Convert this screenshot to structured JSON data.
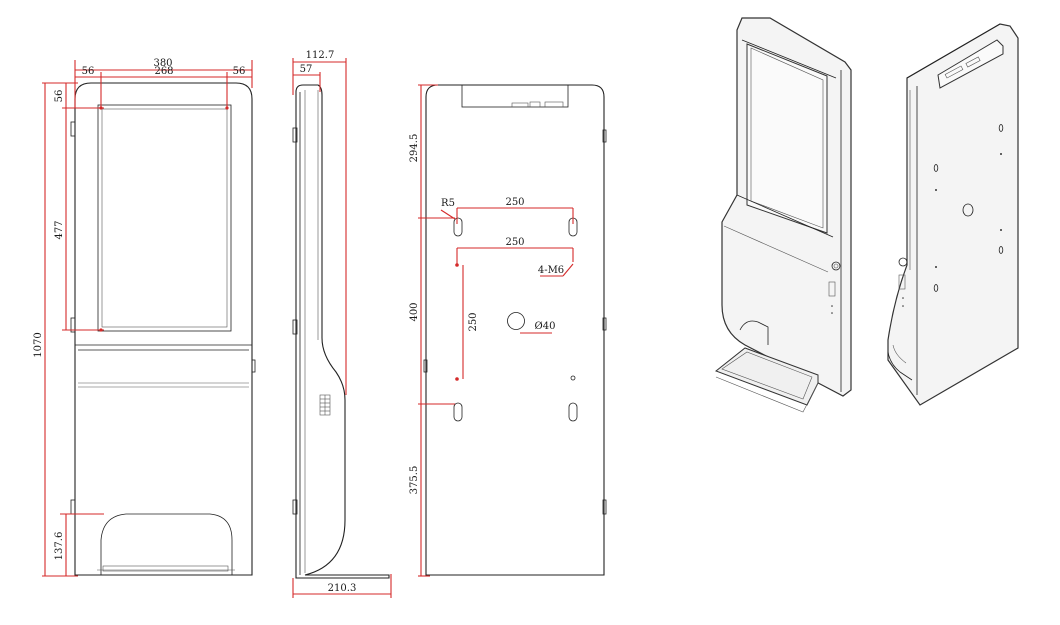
{
  "front_view": {
    "dims": {
      "overall_width": "380",
      "left_margin": "56",
      "screen_width": "268",
      "right_margin": "56",
      "top_margin": "56",
      "screen_height": "477",
      "overall_height": "1070",
      "base_height": "137.6"
    }
  },
  "side_view": {
    "dims": {
      "depth_top": "112.7",
      "bezel_depth": "57",
      "base_depth": "210.3"
    }
  },
  "back_view": {
    "dims": {
      "top_offset": "294.5",
      "middle_span": "400",
      "bottom_offset": "375.5",
      "hook_radius": "R5",
      "hook_spacing": "250",
      "vesa_horizontal": "250",
      "vesa_vertical": "250",
      "vesa_screws": "4-M6",
      "hole_diameter": "Ø40"
    }
  },
  "colors": {
    "dimension_line": "#d42a2a",
    "drawing_line": "#222222",
    "render_fill": "#f4f4f4"
  }
}
